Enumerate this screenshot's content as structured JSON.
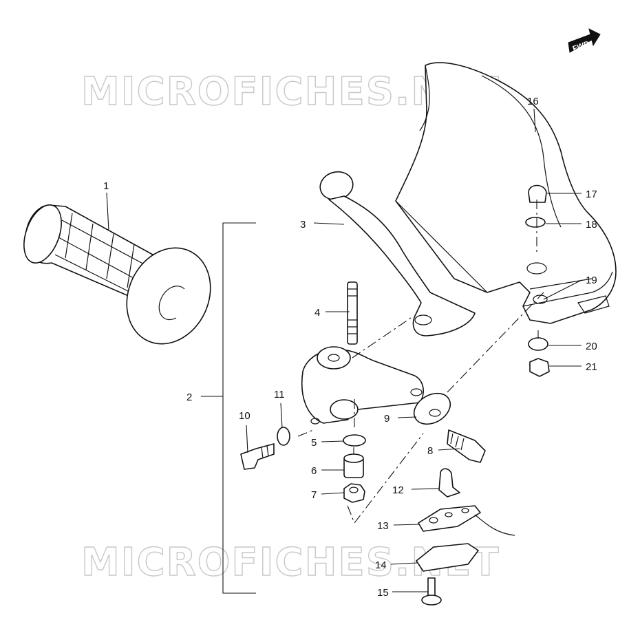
{
  "watermark": {
    "text": "MICROFICHES.NET"
  },
  "direction": {
    "text": "FWD",
    "icon": "forward-arrow-icon"
  },
  "parts": [
    {
      "number": "1"
    },
    {
      "number": "2"
    },
    {
      "number": "3"
    },
    {
      "number": "4"
    },
    {
      "number": "5"
    },
    {
      "number": "6"
    },
    {
      "number": "7"
    },
    {
      "number": "8"
    },
    {
      "number": "9"
    },
    {
      "number": "10"
    },
    {
      "number": "11"
    },
    {
      "number": "12"
    },
    {
      "number": "13"
    },
    {
      "number": "14"
    },
    {
      "number": "15"
    },
    {
      "number": "16"
    },
    {
      "number": "17"
    },
    {
      "number": "18"
    },
    {
      "number": "19"
    },
    {
      "number": "20"
    },
    {
      "number": "21"
    }
  ]
}
